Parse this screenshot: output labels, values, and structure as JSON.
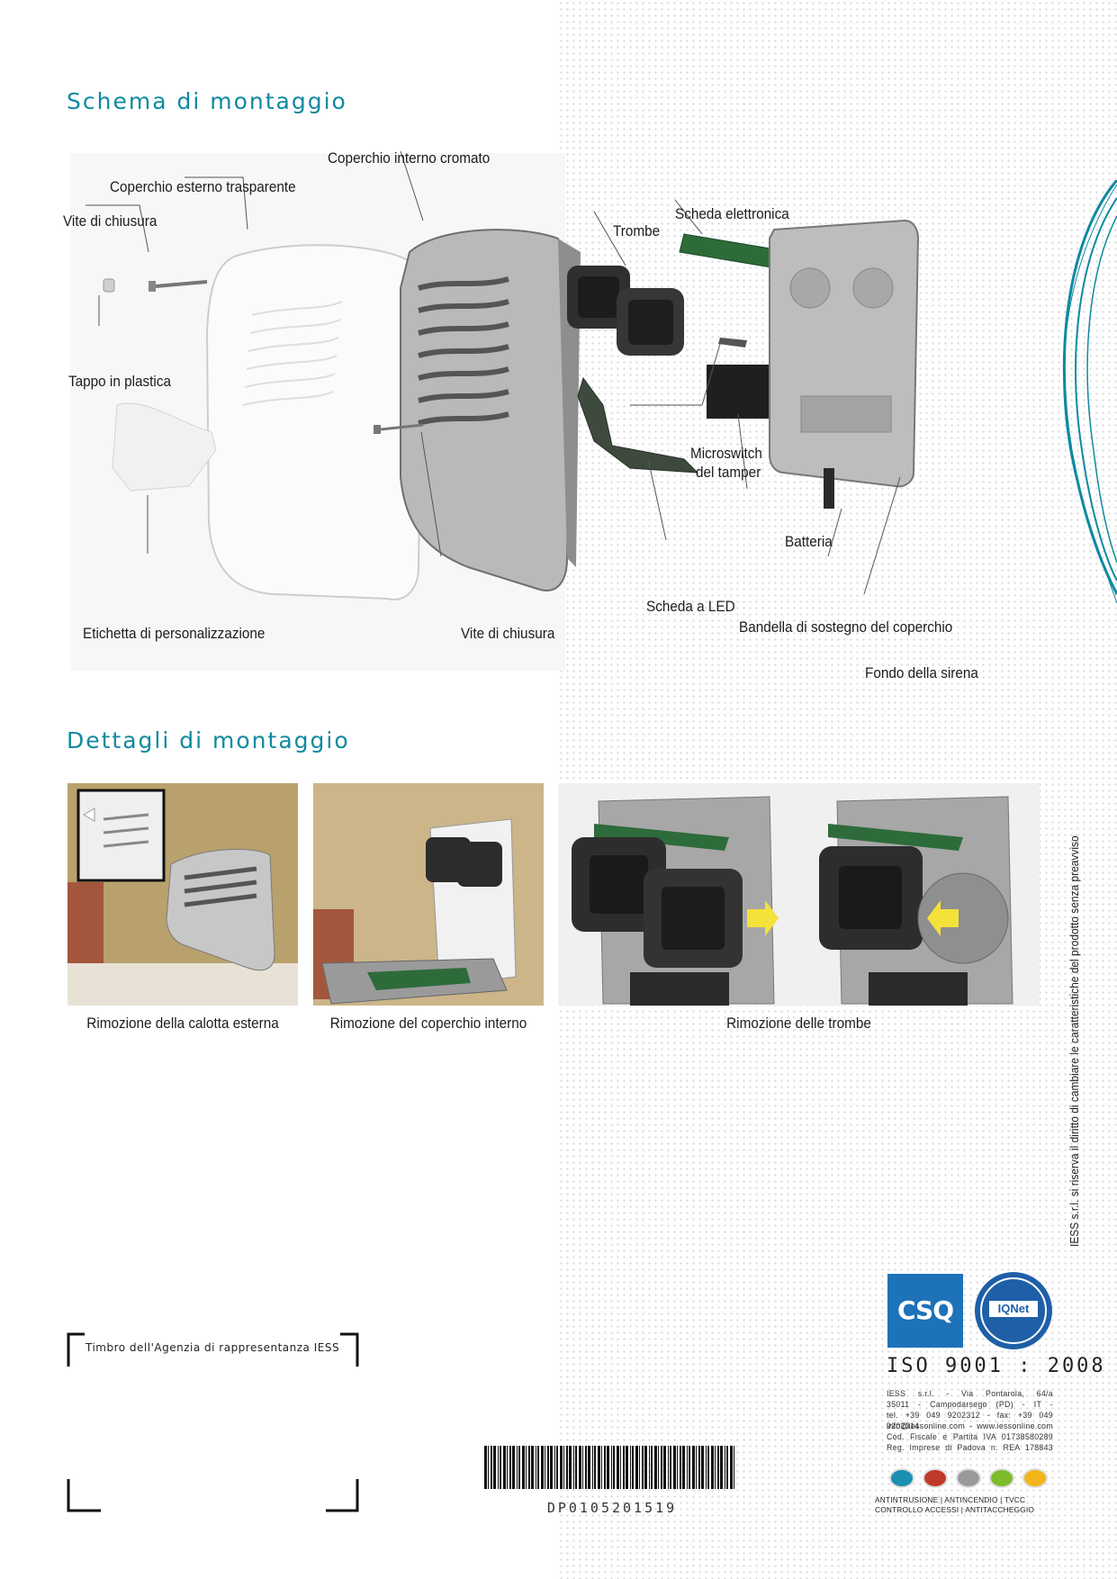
{
  "colors": {
    "accent": "#0f8aa0",
    "dot_pattern": "#d9d9d9"
  },
  "sections": {
    "schema_title": "Schema di montaggio",
    "dettagli_title": "Dettagli di montaggio"
  },
  "diagram_labels": {
    "coperchio_interno": "Coperchio interno cromato",
    "coperchio_esterno": "Coperchio esterno trasparente",
    "vite_top": "Vite di chiusura",
    "scheda_elettronica": "Scheda elettronica",
    "trombe": "Trombe",
    "tappo": "Tappo in plastica",
    "microswitch_1": "Microswitch",
    "microswitch_2": "del tamper",
    "batteria": "Batteria",
    "scheda_led": "Scheda a LED",
    "etichetta": "Etichetta di personalizzazione",
    "vite_bottom": "Vite di chiusura",
    "bandella": "Bandella di sostegno del coperchio",
    "fondo": "Fondo della sirena"
  },
  "details": {
    "caption_1": "Rimozione della calotta esterna",
    "caption_2": "Rimozione del coperchio interno",
    "caption_3": "Rimozione delle trombe"
  },
  "legal_note": "IESS s.r.l. si riserva il diritto di cambiare le caratteristiche del prodotto senza preavviso",
  "certification": {
    "esq_logo_text": "CSQ",
    "iqnet_logo_text": "IQNet",
    "iso": "ISO 9001 : 2008"
  },
  "address_lines": [
    "IESS s.r.l. - Via Pontarola, 64/a",
    "35011 - Campodarsego (PD) - IT -",
    "tel. +39 049 9202312 - fax: +39 049 9202314",
    "info@iessonline.com - www.iessonline.com",
    "Cod. Fiscale e Partita IVA 01738580289",
    "Reg. Imprese di Padova n. REA 178843"
  ],
  "categories": {
    "row1": "ANTINTRUSIONE  |  ANTINCENDIO  |  TVCC",
    "row2": "CONTROLLO ACCESSI  |  ANTITACCHEGGIO"
  },
  "category_icon_colors": [
    "#1b8fb0",
    "#c0392b",
    "#9a9a9a",
    "#7dbb2a",
    "#f2b51c"
  ],
  "stamp": {
    "text": "Timbro dell'Agenzia di rappresentanza IESS"
  },
  "barcode": {
    "code": "DP0105201519"
  }
}
